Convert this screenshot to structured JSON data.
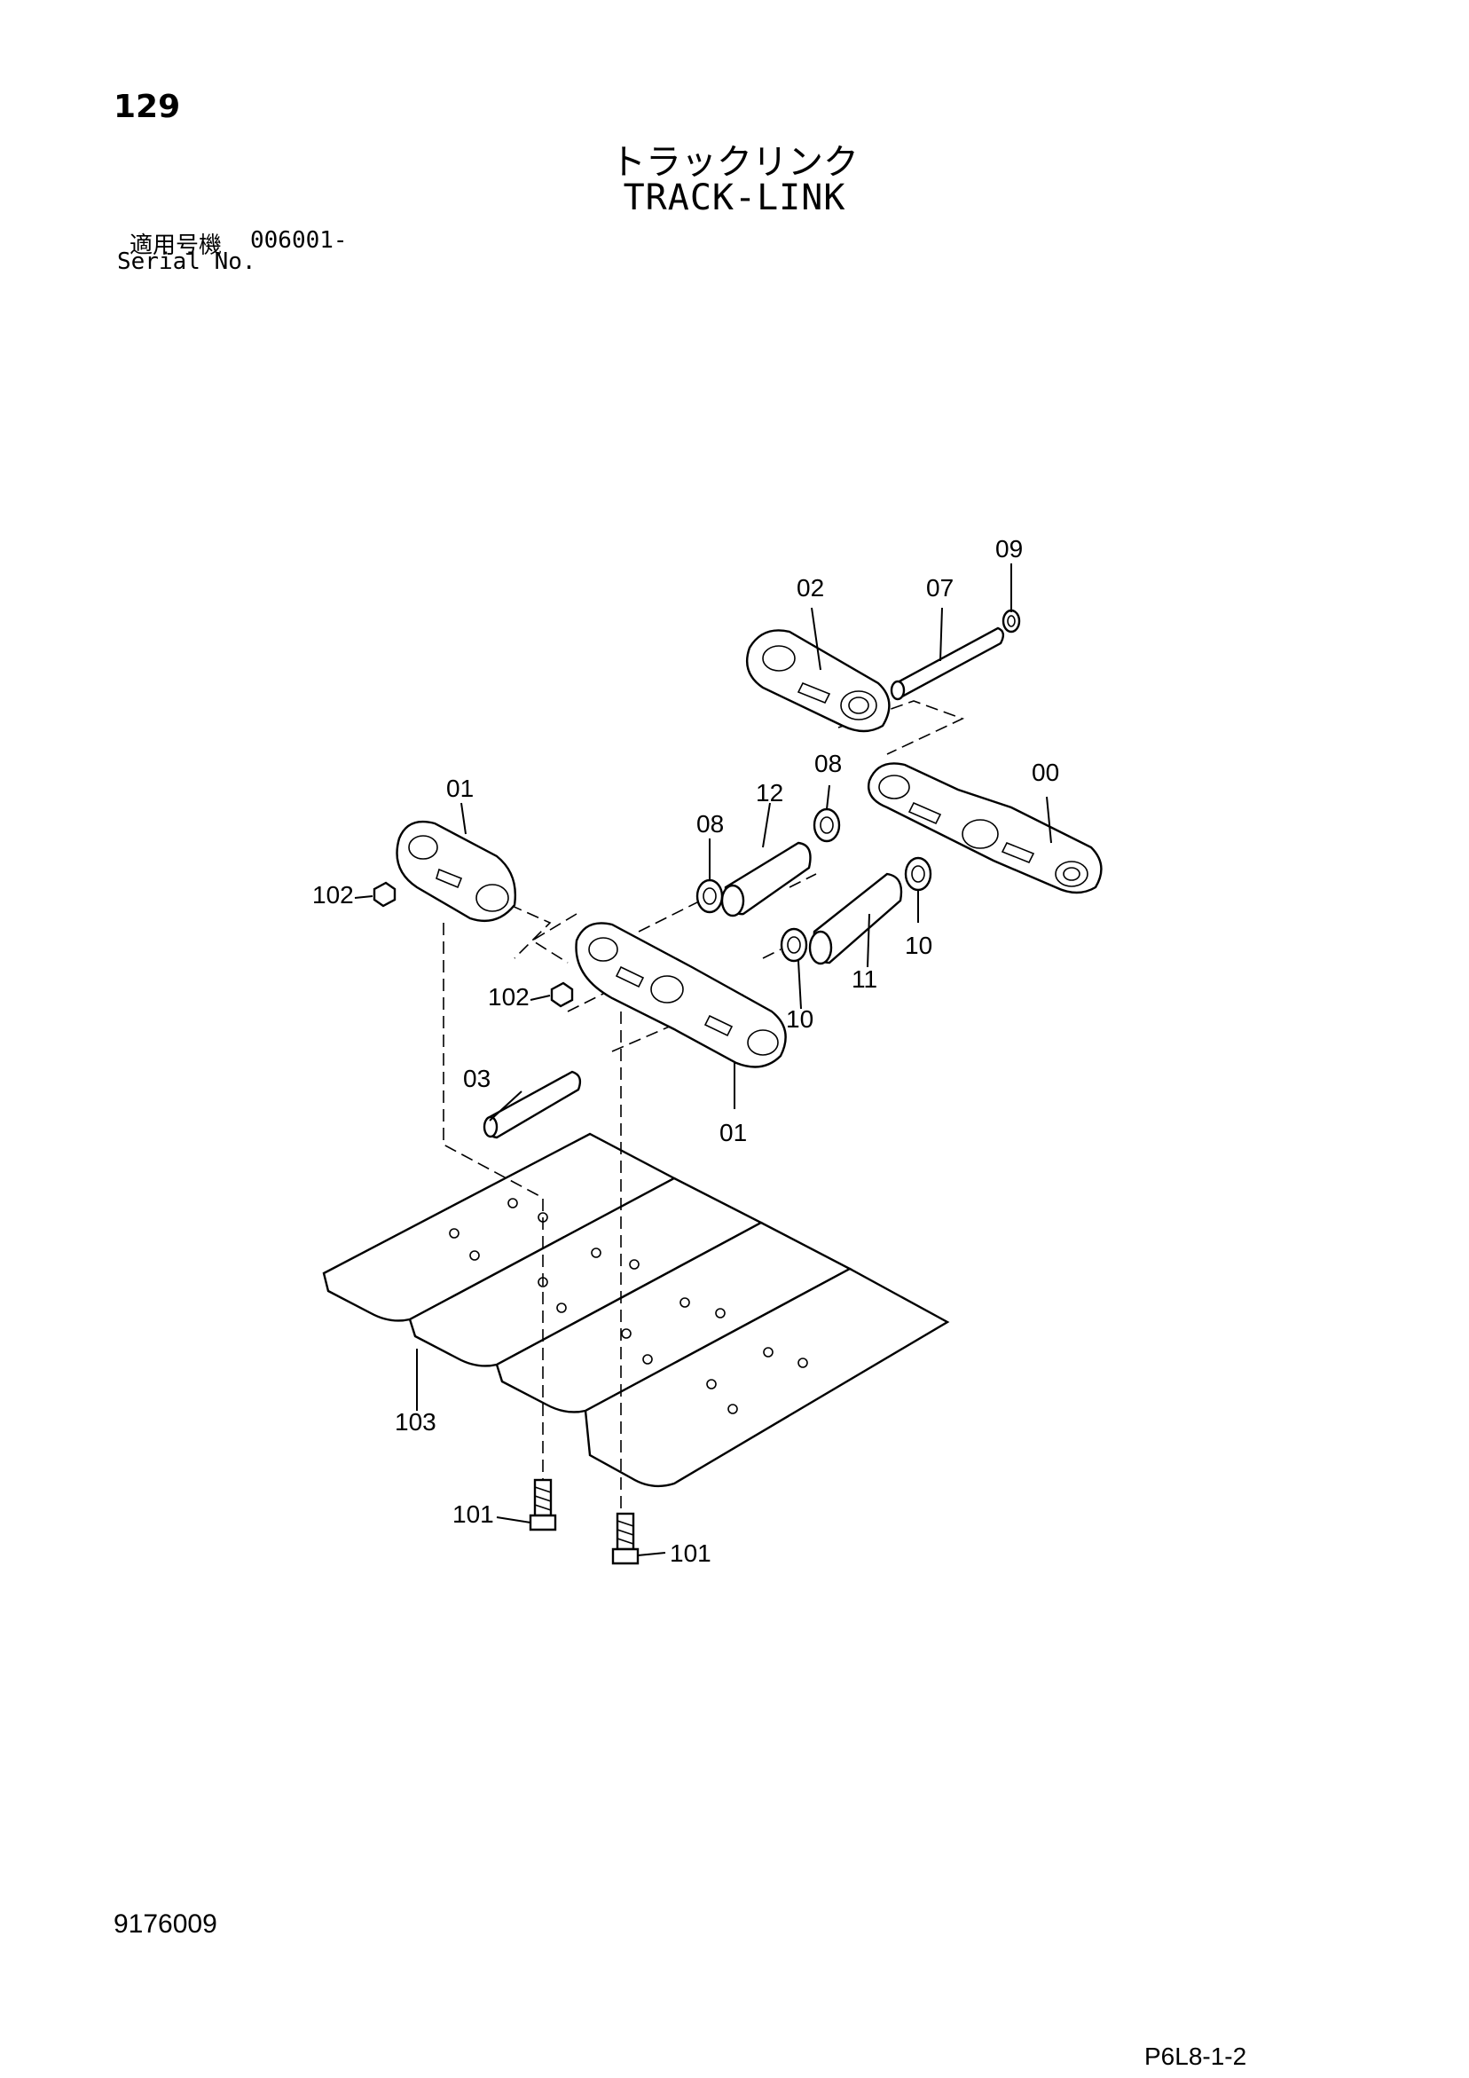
{
  "page_number": "129",
  "title_jp": "トラックリンク",
  "title_en": "TRACK-LINK",
  "serial": {
    "label_jp": "適用号機",
    "value": "006001-",
    "label_en": "Serial No."
  },
  "callouts": {
    "c00": "00",
    "c01a": "01",
    "c01b": "01",
    "c02": "02",
    "c03": "03",
    "c07": "07",
    "c08a": "08",
    "c08b": "08",
    "c09": "09",
    "c10a": "10",
    "c10b": "10",
    "c11": "11",
    "c12": "12",
    "c101a": "101",
    "c101b": "101",
    "c102a": "102",
    "c102b": "102",
    "c103": "103"
  },
  "doc_code": "9176009",
  "plate_code": "P6L8-1-2"
}
